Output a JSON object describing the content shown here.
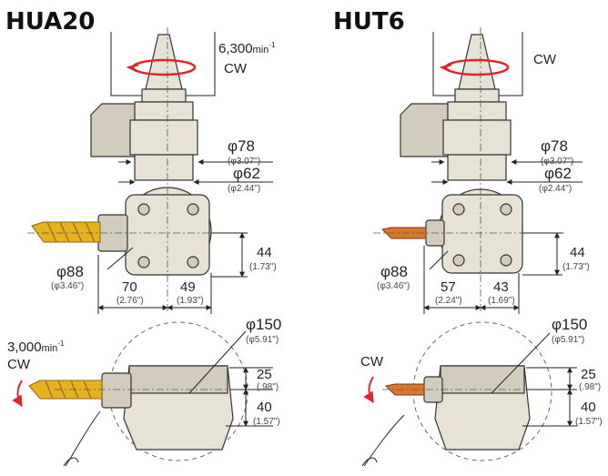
{
  "left": {
    "title": "HUA20",
    "speed_top": {
      "value": "6,300",
      "unit": "min",
      "exp": "-1",
      "dir": "CW"
    },
    "d78": {
      "main": "φ78",
      "sub": "(φ3.07\")"
    },
    "d62": {
      "main": "φ62",
      "sub": "(φ2.44\")"
    },
    "h44": {
      "main": "44",
      "sub": "(1.73\")"
    },
    "d88": {
      "main": "φ88",
      "sub": "(φ3.46\")"
    },
    "w70": {
      "main": "70",
      "sub": "(2.76\")"
    },
    "w49": {
      "main": "49",
      "sub": "(1.93\")"
    },
    "speed_bottom": {
      "value": "3,000",
      "unit": "min",
      "exp": "-1",
      "dir": "CW"
    },
    "d150": {
      "main": "φ150",
      "sub": "(φ5.91\")"
    },
    "h25": {
      "main": "25",
      "sub": "(.98\")"
    },
    "h40": {
      "main": "40",
      "sub": "(1.57\")"
    }
  },
  "right": {
    "title": "HUT6",
    "dir_top": "CW",
    "d78": {
      "main": "φ78",
      "sub": "(φ3.07\")"
    },
    "d62": {
      "main": "φ62",
      "sub": "(φ2.44\")"
    },
    "h44": {
      "main": "44",
      "sub": "(1.73\")"
    },
    "d88": {
      "main": "φ88",
      "sub": "(φ3.46\")"
    },
    "w57": {
      "main": "57",
      "sub": "(2.24\")"
    },
    "w43": {
      "main": "43",
      "sub": "(1.69\")"
    },
    "dir_bottom": "CW",
    "d150": {
      "main": "φ150",
      "sub": "(φ5.91\")"
    },
    "h25": {
      "main": "25",
      "sub": "(.98\")"
    },
    "h40": {
      "main": "40",
      "sub": "(1.57\")"
    }
  },
  "colors": {
    "housing": "#e7e2d6",
    "housing_dark": "#d2ccbf",
    "drill": "#e6b21f",
    "small_tool": "#d9782a",
    "arrow": "#e0252b",
    "line": "#222222"
  }
}
